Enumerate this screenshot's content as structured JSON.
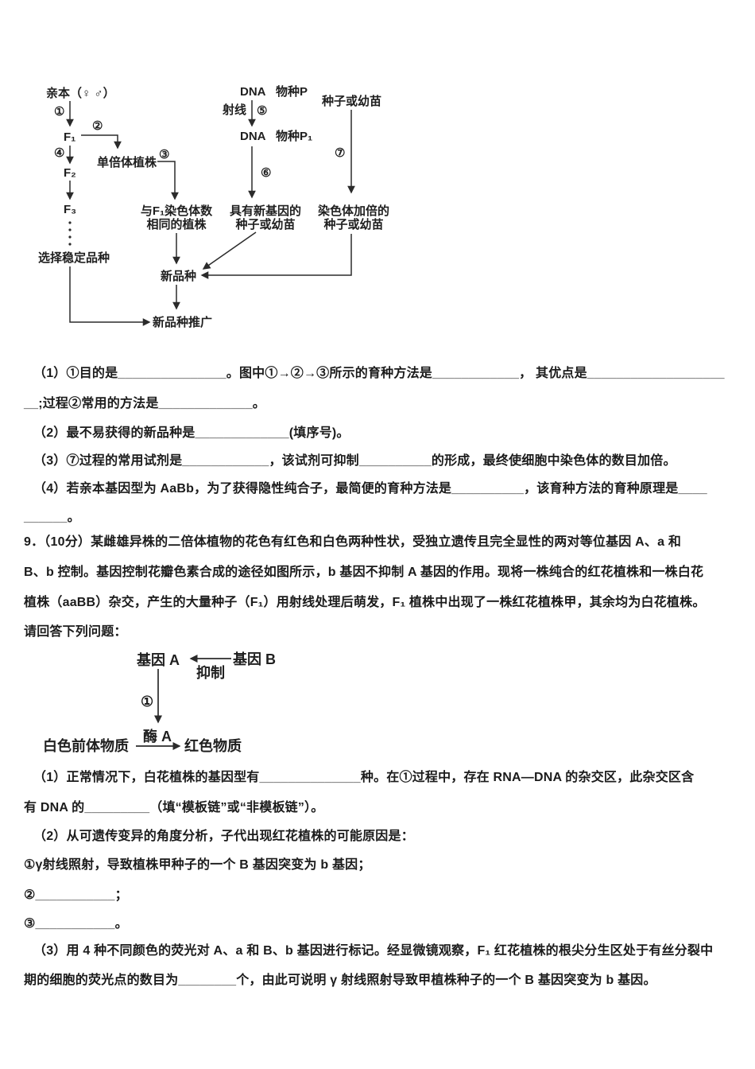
{
  "page": {
    "background": "#ffffff",
    "text_color": "#1b1b1b",
    "stroke_color": "#2b2b2b"
  },
  "diagram_breeding": {
    "parent": "亲本（♀ ♂）",
    "c1": "①",
    "c2": "②",
    "c3": "③",
    "c4": "④",
    "c5": "⑤",
    "c6": "⑥",
    "c7": "⑦",
    "f1": "F₁",
    "f2": "F₂",
    "f3": "F₃",
    "haploid": "单倍体植株",
    "same_chrom_1": "与F₁染色体数",
    "same_chrom_2": "相同的植株",
    "select_stable": "选择稳定品种",
    "dna": "DNA",
    "species_p": "物种P",
    "species_p1": "物种P₁",
    "ray": "射线",
    "new_gene_1": "具有新基因的",
    "new_gene_2": "种子或幼苗",
    "seed_or_seedling": "种子或幼苗",
    "doubled_1": "染色体加倍的",
    "doubled_2": "种子或幼苗",
    "new_variety": "新品种",
    "promotion": "新品种推广"
  },
  "question8": {
    "lines": [
      "（1）①目的是_______________。图中①→②→③所示的育种方法是____________， 其优点是___________________",
      "__;过程②常用的方法是_____________。",
      "（2）最不易获得的新品种是_____________(填序号)。",
      "（3）⑦过程的常用试剂是____________，该试剂可抑制__________的形成，最终使细胞中染色体的数目加倍。",
      "（4）若亲本基因型为 AaBb，为了获得隐性纯合子，最简便的育种方法是__________，该育种方法的育种原理是____",
      "______。"
    ]
  },
  "diagram_gene": {
    "gene_a": "基因 A",
    "gene_b": "基因 B",
    "inhibit": "抑制",
    "c1": "①",
    "enzyme": "酶 A",
    "white_precursor": "白色前体物质",
    "red_substance": "红色物质"
  },
  "question9": {
    "lines": [
      "9．（10分）某雌雄异株的二倍体植物的花色有红色和白色两种性状，受独立遗传且完全显性的两对等位基因 A、a 和",
      "B、b 控制。基因控制花瓣色素合成的途径如图所示，b 基因不抑制 A 基因的作用。现将一株纯合的红花植株和一株白花",
      "植株（aaBB）杂交，产生的大量种子（F₁）用射线处理后萌发，F₁ 植株中出现了一株红花植株甲，其余均为白花植株。",
      "请回答下列问题：",
      "（1）正常情况下，白花植株的基因型有______________种。在①过程中，存在 RNA—DNA 的杂交区，此杂交区含",
      "有 DNA 的_________（填“模板链”或“非模板链”）。",
      "（2）从可遗传变异的角度分析，子代出现红花植株的可能原因是：",
      "①γ射线照射，导致植株甲种子的一个 B 基因突变为 b 基因；",
      "②___________；",
      "③___________。",
      "（3）用 4 种不同颜色的荧光对 A、a 和 B、b 基因进行标记。经显微镜观察，F₁ 红花植株的根尖分生区处于有丝分裂中",
      "期的细胞的荧光点的数目为________个，由此可说明 γ 射线照射导致甲植株种子的一个 B 基因突变为 b 基因。"
    ]
  }
}
